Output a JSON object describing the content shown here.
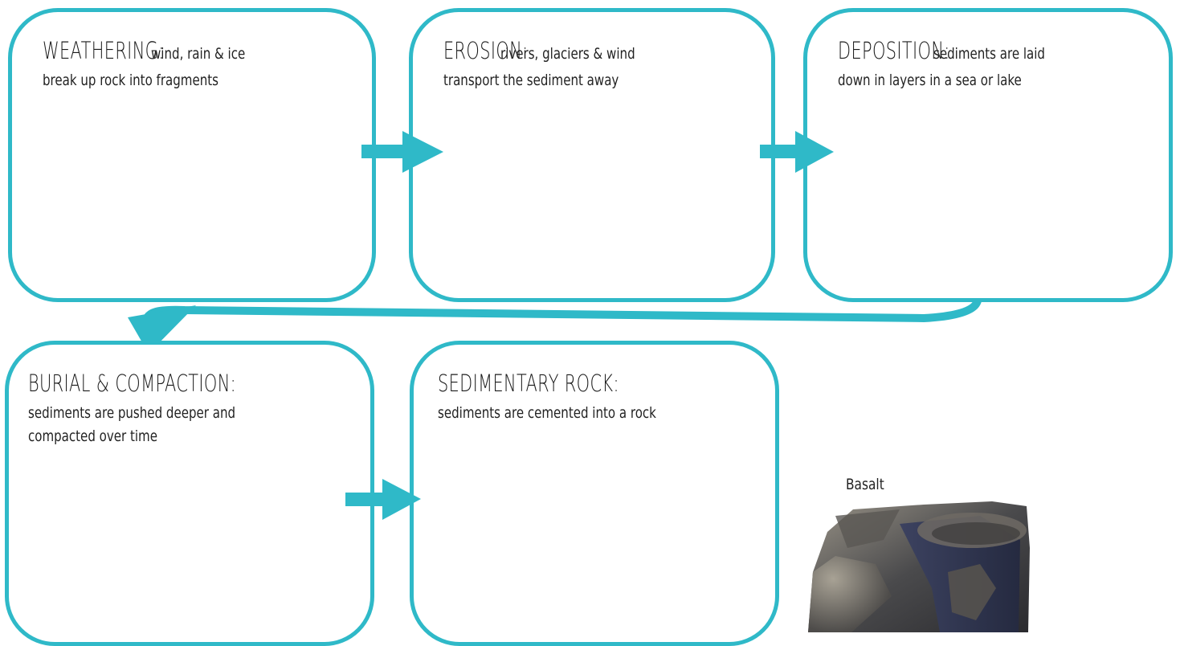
{
  "stages": [
    {
      "title": "WEATHERING:",
      "desc_line1": "wind, rain & ice",
      "desc_line2": "break up rock into fragments"
    },
    {
      "title": "EROSION:",
      "desc_line1": "rivers, glaciers & wind",
      "desc_line2": "transport the sediment away"
    },
    {
      "title": "DEPOSITION:",
      "desc_line1": "sediments are laid",
      "desc_line2": "down in layers in a sea or lake"
    },
    {
      "title": "BURIAL & COMPACTION:",
      "desc_line1": "sediments are pushed deeper and",
      "desc_line2": "compacted over time"
    },
    {
      "title": "SEDIMENTARY ROCK:",
      "desc_line1": "sediments are cemented into a rock"
    }
  ],
  "image_caption": "Basalt",
  "colors": {
    "accent": "#2fb9c8",
    "rock_dark": "#3a3a3c",
    "rock_light": "#8a8578",
    "rock_blue": "#2e3550"
  }
}
